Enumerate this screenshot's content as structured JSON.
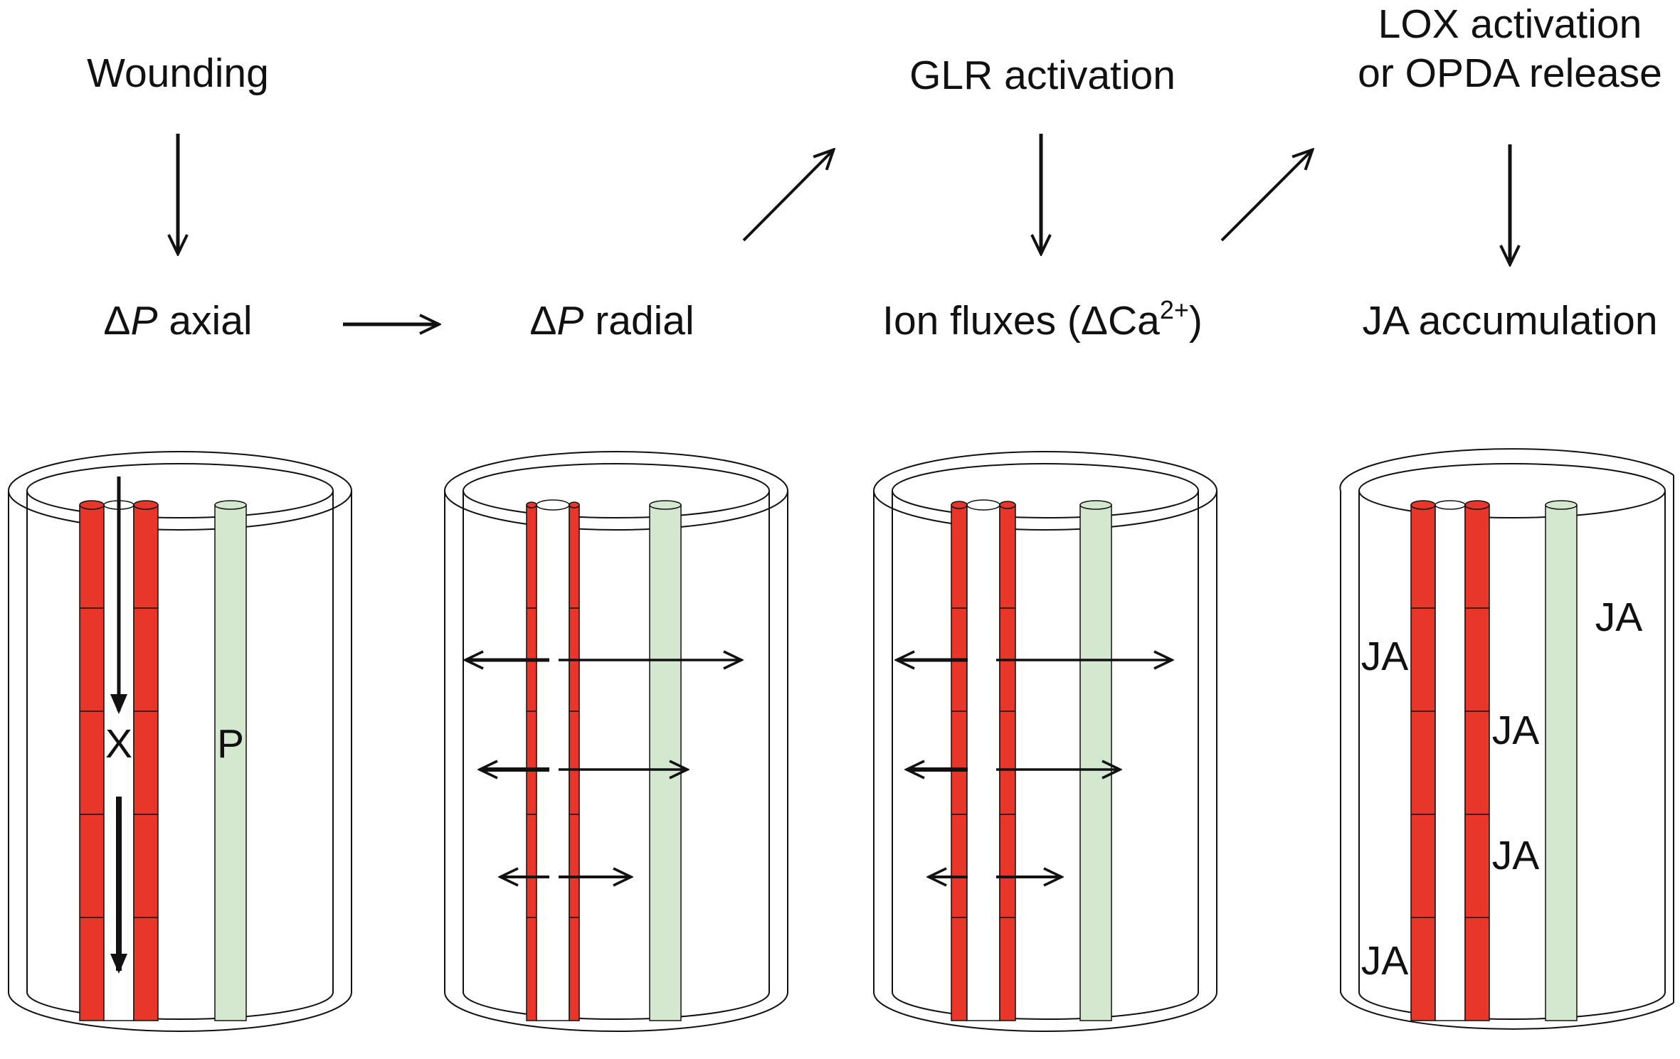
{
  "labels": {
    "wounding": "Wounding",
    "glr_activation": "GLR activation",
    "lox_line1": "LOX activation",
    "lox_line2": "or OPDA release",
    "delta": "Δ",
    "p_italic": "P",
    "axial": " axial",
    "radial": " radial",
    "ion_fluxes_prefix": "Ion fluxes (ΔCa",
    "ion_superscript": "2+",
    "ion_suffix": ")",
    "ja_accumulation": "JA accumulation"
  },
  "panel_labels": {
    "xylem": "X",
    "phloem": "P",
    "ja": "JA"
  },
  "colors": {
    "xylem_red": "#e8362a",
    "phloem_green": "#d4e8cf",
    "line": "#111111",
    "background": "#ffffff"
  }
}
